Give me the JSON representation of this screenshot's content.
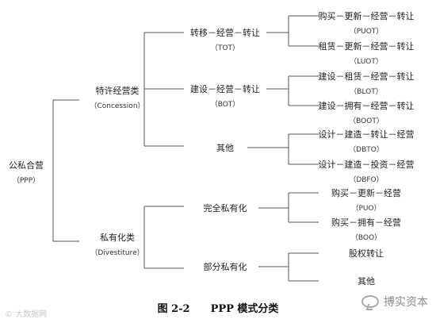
{
  "root": {
    "name": "公私合营",
    "abbr": "（PPP）"
  },
  "branches": [
    {
      "name": "特许经营类",
      "abbr": "（Concession）",
      "children": [
        {
          "name": "转移－经营－转让",
          "abbr": "（TOT）",
          "leaves": [
            {
              "name": "购买－更新－经营－转让",
              "abbr": "（PUOT）"
            },
            {
              "name": "租赁－更新－经营－转让",
              "abbr": "（LUOT）"
            }
          ]
        },
        {
          "name": "建设－经营－转让",
          "abbr": "（BOT）",
          "leaves": [
            {
              "name": "建设－租赁－经营－转让",
              "abbr": "（BLOT）"
            },
            {
              "name": "建设－拥有－经营－转让",
              "abbr": "（BOOT）"
            }
          ]
        },
        {
          "name": "其他",
          "abbr": "",
          "leaves": [
            {
              "name": "设计－建造－转让－经营",
              "abbr": "（DBTO）"
            },
            {
              "name": "设计－建造－投资－经营",
              "abbr": "（DBFO）"
            }
          ]
        }
      ]
    },
    {
      "name": "私有化类",
      "abbr": "（Divestiture）",
      "children": [
        {
          "name": "完全私有化",
          "abbr": "",
          "leaves": [
            {
              "name": "购买－更新－经营",
              "abbr": "（PUO）"
            },
            {
              "name": "购买－拥有－经营",
              "abbr": "（BOO）"
            }
          ]
        },
        {
          "name": "部分私有化",
          "abbr": "",
          "leaves": [
            {
              "name": "股权转让",
              "abbr": ""
            },
            {
              "name": "其他",
              "abbr": ""
            }
          ]
        }
      ]
    }
  ],
  "caption": "图 2-2　　PPP 模式分类",
  "watermark_left": "© 大数据网",
  "watermark_right": "搏实资本",
  "watermark_icon": "wechat-icon"
}
